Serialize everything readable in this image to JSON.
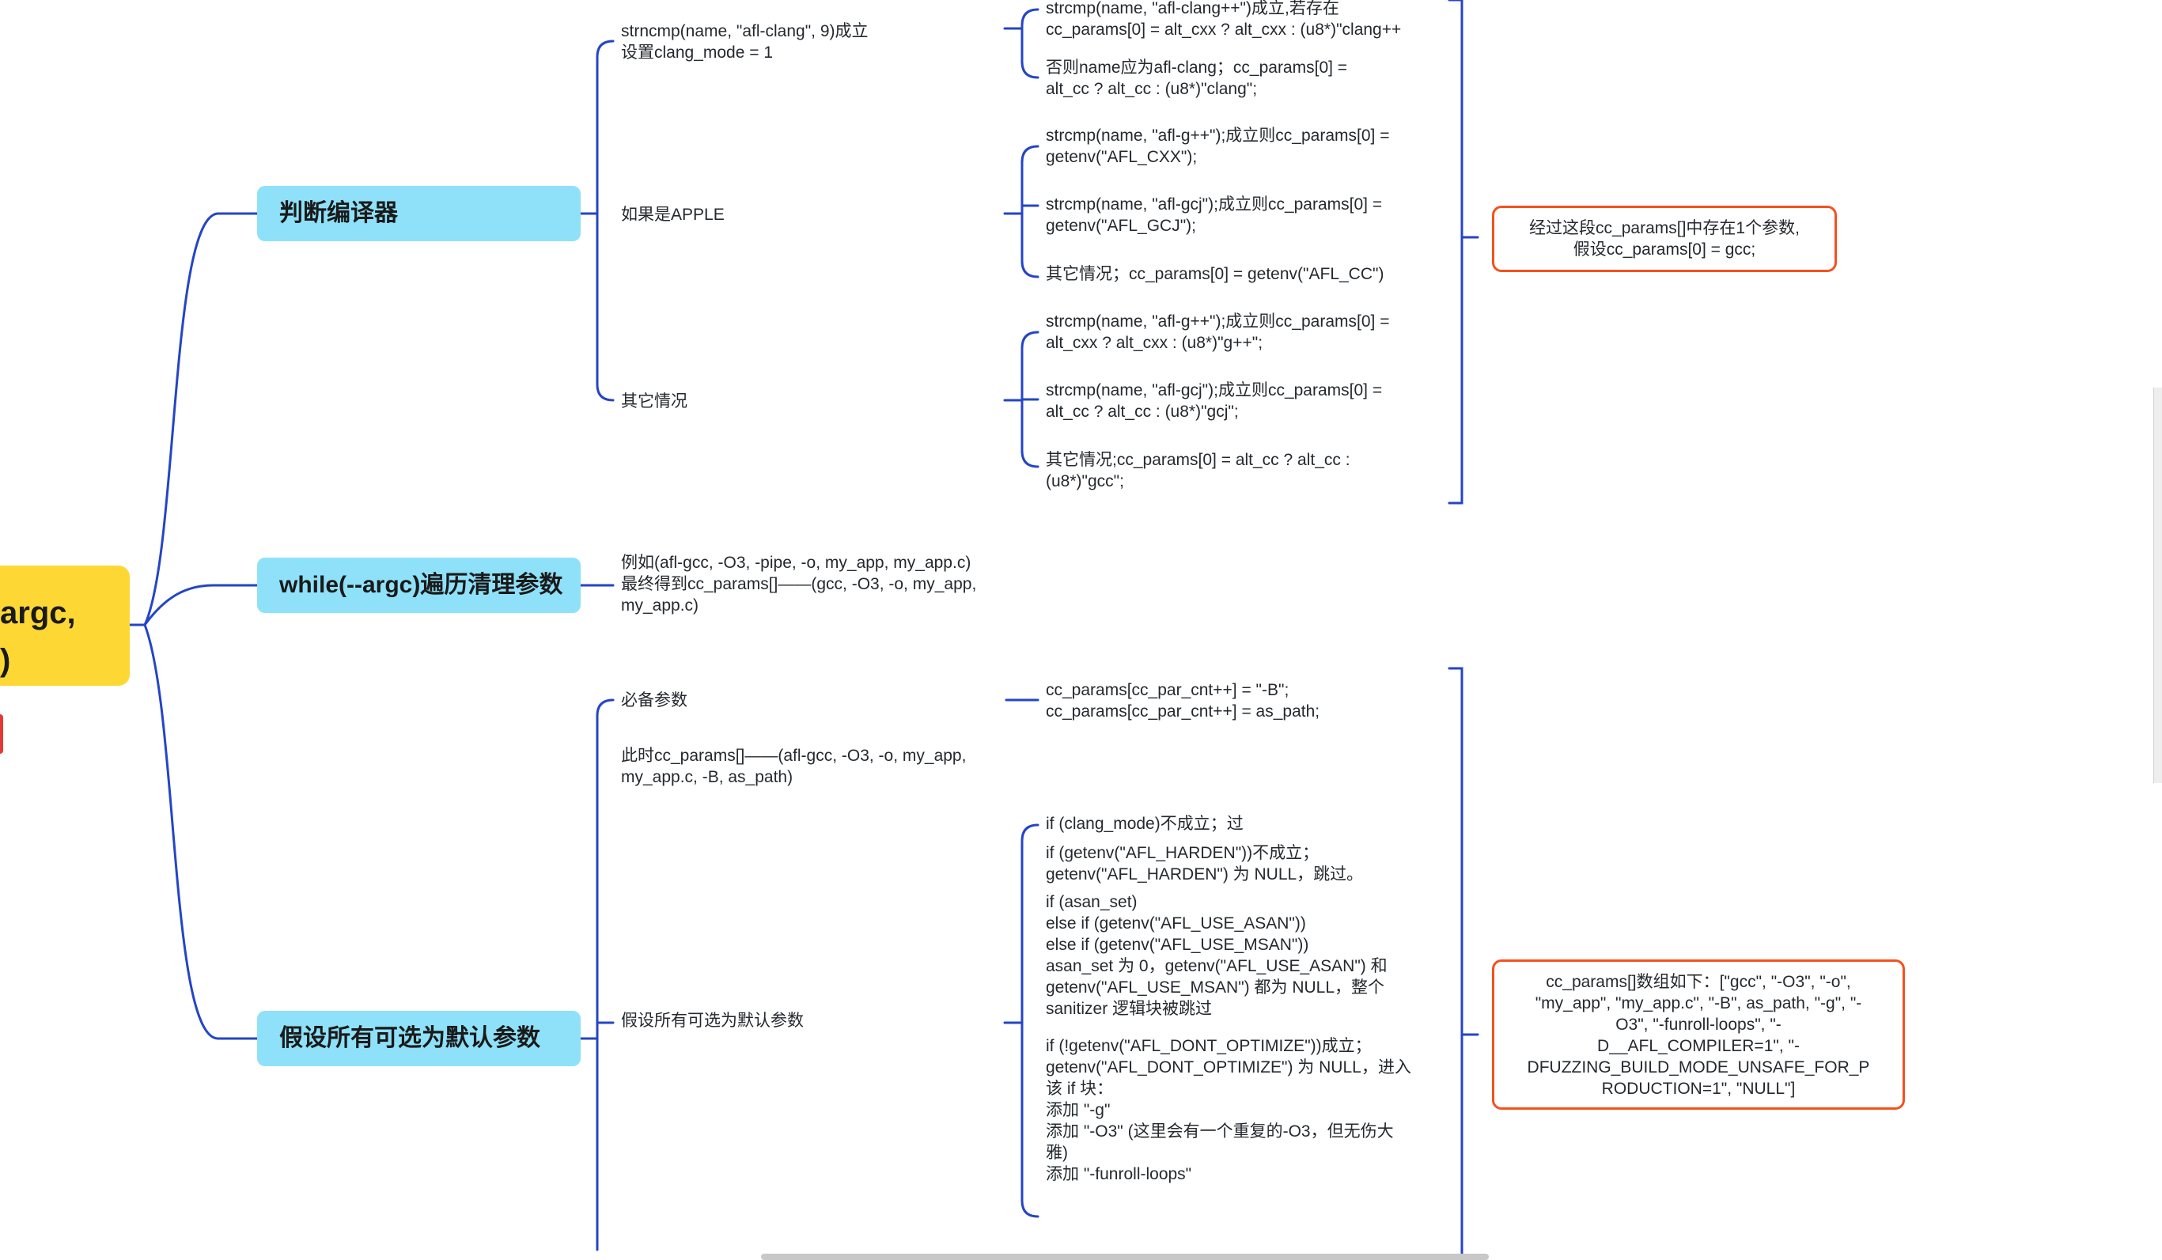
{
  "root": {
    "line1": "argc,",
    "line2": ")"
  },
  "branches": {
    "compiler": "判断编译器",
    "while": "while(--argc)遍历清理参数",
    "defaults": "假设所有可选为默认参数"
  },
  "compiler": {
    "strncmp": [
      "strncmp(name, \"afl-clang\", 9)成立",
      "设置clang_mode = 1"
    ],
    "apple": "如果是APPLE",
    "other": "其它情况",
    "clang_a": [
      "strcmp(name, \"afl-clang++\")成立,若存在",
      "cc_params[0] = alt_cxx ? alt_cxx : (u8*)\"clang++"
    ],
    "clang_b": [
      "否则name应为afl-clang；cc_params[0] =",
      "alt_cc ? alt_cc : (u8*)\"clang\";"
    ],
    "apple_a": [
      "strcmp(name, \"afl-g++\");成立则cc_params[0] =",
      "getenv(\"AFL_CXX\");"
    ],
    "apple_b": [
      "strcmp(name, \"afl-gcj\");成立则cc_params[0] =",
      "getenv(\"AFL_GCJ\");"
    ],
    "apple_c": [
      "其它情况；cc_params[0] = getenv(\"AFL_CC\")"
    ],
    "other_a": [
      "strcmp(name, \"afl-g++\");成立则cc_params[0] =",
      "alt_cxx ? alt_cxx : (u8*)\"g++\";"
    ],
    "other_b": [
      "strcmp(name, \"afl-gcj\");成立则cc_params[0] =",
      "alt_cc ? alt_cc : (u8*)\"gcj\";"
    ],
    "other_c": [
      "其它情况;cc_params[0] = alt_cc ? alt_cc :",
      "(u8*)\"gcc\";"
    ],
    "summary": [
      "经过这段cc_params[]中存在1个参数,",
      "假设cc_params[0] = gcc;"
    ]
  },
  "while": {
    "text": [
      "例如(afl-gcc, -O3, -pipe, -o, my_app, my_app.c)",
      "最终得到cc_params[]——(gcc, -O3, -o, my_app,",
      "my_app.c)"
    ]
  },
  "defaults": {
    "required": "必备参数",
    "now": [
      "此时cc_params[]——(afl-gcc, -O3, -o, my_app,",
      "my_app.c, -B, as_path)"
    ],
    "assume": "假设所有可选为默认参数",
    "req_detail": [
      "cc_params[cc_par_cnt++] = \"-B\";",
      "cc_params[cc_par_cnt++] = as_path;"
    ],
    "detail": [
      "if (clang_mode)不成立；过",
      "",
      "if (getenv(\"AFL_HARDEN\"))不成立；",
      "getenv(\"AFL_HARDEN\") 为 NULL，跳过。",
      "",
      "if (asan_set)",
      "else if (getenv(\"AFL_USE_ASAN\"))",
      "else if (getenv(\"AFL_USE_MSAN\"))",
      "asan_set 为 0，getenv(\"AFL_USE_ASAN\") 和",
      "getenv(\"AFL_USE_MSAN\") 都为 NULL，整个",
      "sanitizer 逻辑块被跳过",
      "",
      "if (!getenv(\"AFL_DONT_OPTIMIZE\"))成立；",
      "getenv(\"AFL_DONT_OPTIMIZE\") 为 NULL，进入",
      "该 if 块：",
      "添加 \"-g\"",
      "添加 \"-O3\" (这里会有一个重复的-O3，但无伤大",
      "雅)",
      "添加 \"-funroll-loops\""
    ],
    "summary": [
      "cc_params[]数组如下：[\"gcc\", \"-O3\", \"-o\",",
      "\"my_app\", \"my_app.c\", \"-B\", as_path, \"-g\", \"-",
      "O3\", \"-funroll-loops\", \"-",
      "D__AFL_COMPILER=1\", \"-",
      "DFUZZING_BUILD_MODE_UNSAFE_FOR_P",
      "RODUCTION=1\", \"NULL\"]"
    ]
  },
  "colors": {
    "line": "#2445c7",
    "root": "#fdd835",
    "branch": "#8ee1f9",
    "summary_border": "#f4511e"
  }
}
